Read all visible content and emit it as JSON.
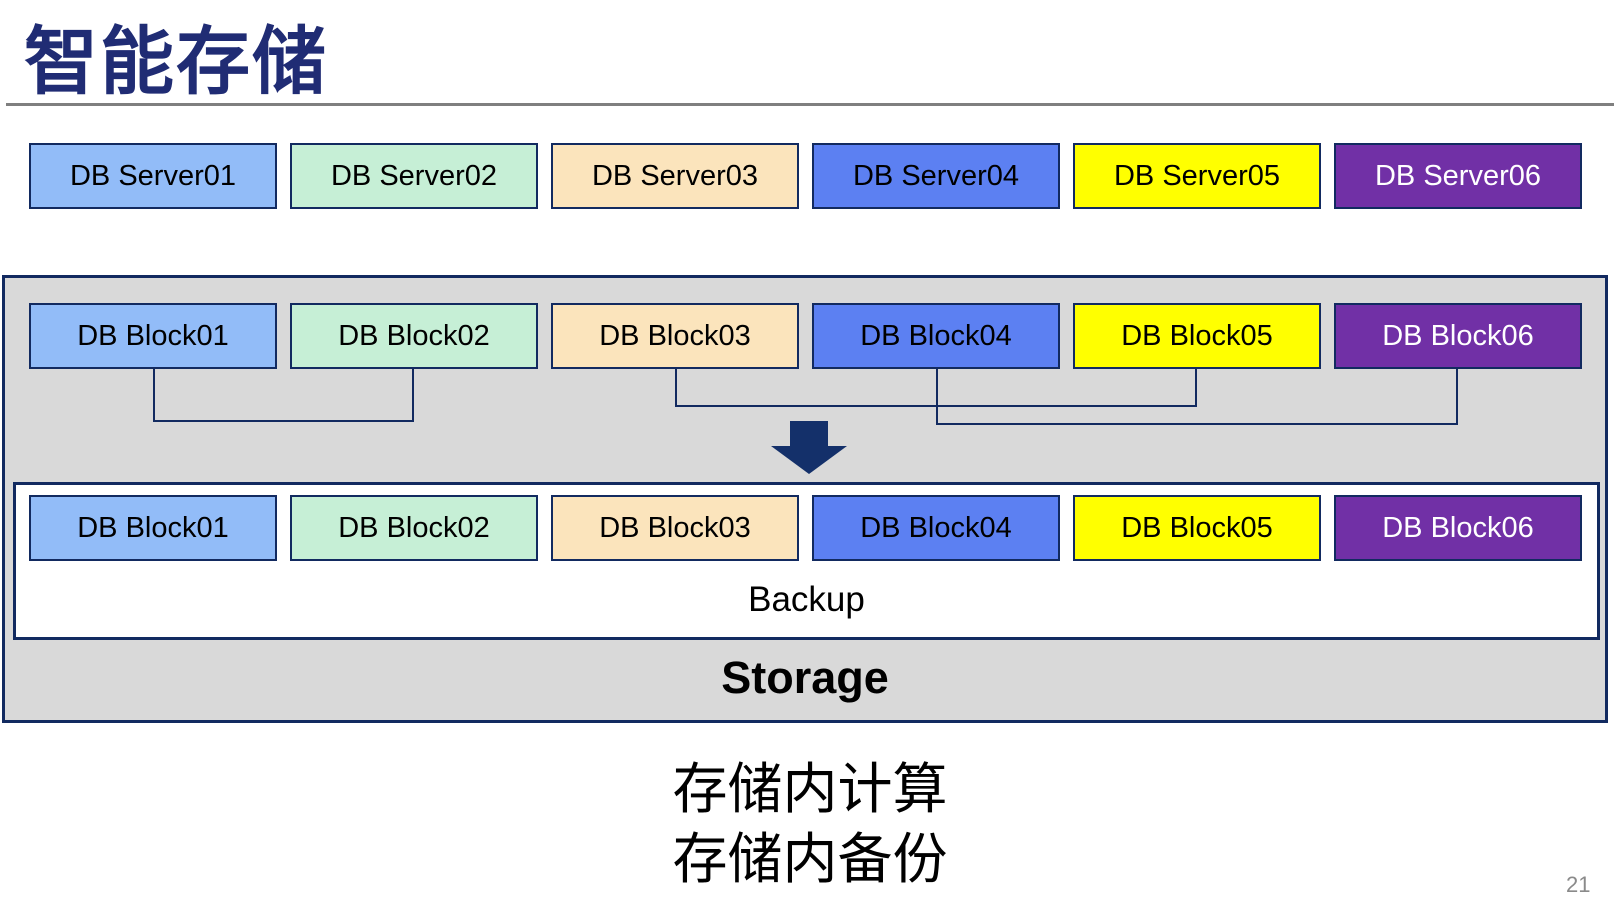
{
  "slide": {
    "title": "智能存储",
    "page_number": "21"
  },
  "palette": {
    "border_navy": "#122A60",
    "title_color": "#202C74",
    "divider_gray": "#7F7F7F",
    "container_gray": "#D9D9D9",
    "arrow_navy": "#14306A",
    "page_number_gray": "#8A8A8A",
    "box_colors": [
      {
        "bg": "#92BCF8",
        "text": "#000000"
      },
      {
        "bg": "#C6EFD6",
        "text": "#000000"
      },
      {
        "bg": "#FBE4BC",
        "text": "#000000"
      },
      {
        "bg": "#5C80F2",
        "text": "#000000"
      },
      {
        "bg": "#FFFF00",
        "text": "#000000"
      },
      {
        "bg": "#7130A6",
        "text": "#FFFFFF"
      }
    ]
  },
  "server_row": {
    "items": [
      "DB Server01",
      "DB Server02",
      "DB Server03",
      "DB Server04",
      "DB Server05",
      "DB Server06"
    ]
  },
  "storage": {
    "label": "Storage",
    "block_row_top": [
      "DB Block01",
      "DB Block02",
      "DB Block03",
      "DB Block04",
      "DB Block05",
      "DB Block06"
    ],
    "backup": {
      "label": "Backup",
      "block_row": [
        "DB Block01",
        "DB Block02",
        "DB Block03",
        "DB Block04",
        "DB Block05",
        "DB Block06"
      ]
    }
  },
  "connectors": [
    {
      "from": "DB Block01",
      "to": "DB Block02"
    },
    {
      "from": "DB Block03",
      "to": "DB Block05"
    },
    {
      "from": "DB Block04",
      "to": "DB Block06"
    }
  ],
  "arrow": {
    "direction": "down"
  },
  "caption": {
    "line1": "存储内计算",
    "line2": "存储内备份"
  }
}
